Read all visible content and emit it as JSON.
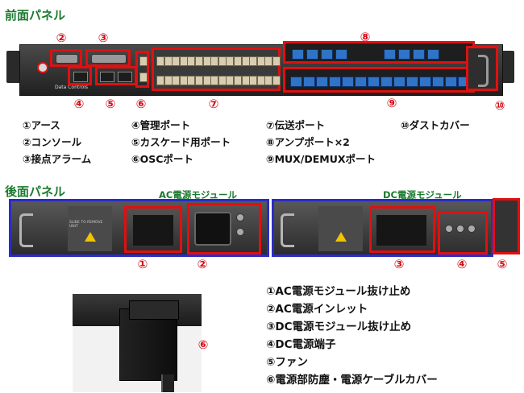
{
  "front": {
    "title": "前面パネル",
    "logo": "Data Controls",
    "callouts": [
      "②",
      "③",
      "⑧",
      "④",
      "⑤",
      "⑥",
      "⑦",
      "⑨",
      "⑩"
    ],
    "legend_col1": [
      "①アース",
      "②コンソール",
      "③接点アラーム"
    ],
    "legend_col2": [
      "④管理ポート",
      "⑤カスケード用ポート",
      "⑥OSCポート"
    ],
    "legend_col3": [
      "⑦伝送ポート",
      "⑧アンプポート×2",
      "⑨MUX/DEMUXポート"
    ],
    "legend_col4": [
      "⑩ダストカバー"
    ]
  },
  "rear": {
    "title": "後面パネル",
    "ac_module_label": "AC電源モジュール",
    "dc_module_label": "DC電源モジュール",
    "callouts": [
      "①",
      "②",
      "③",
      "④",
      "⑤"
    ],
    "panel_text": "SLIDE TO REMOVE UNIT"
  },
  "detail": {
    "callout": "⑥",
    "legend": [
      "①AC電源モジュール抜け止め",
      "②AC電源インレット",
      "③DC電源モジュール抜け止め",
      "④DC電源端子",
      "⑤ファン",
      "⑥電源部防塵・電源ケーブルカバー"
    ]
  },
  "colors": {
    "title_green": "#1a7a2e",
    "callout_red": "#d4101a",
    "box_red": "#e01010",
    "box_blue": "#2b2bc8",
    "port_blue": "#2f74c7"
  }
}
